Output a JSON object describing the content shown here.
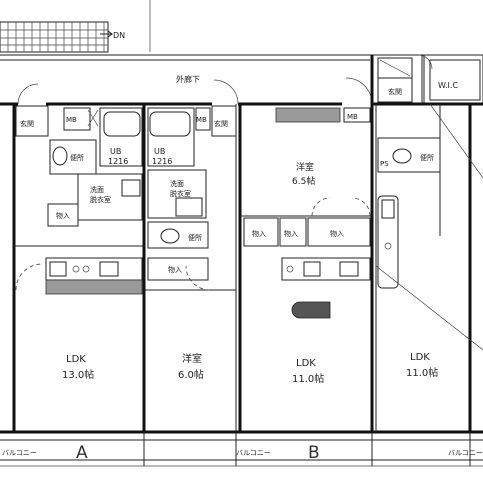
{
  "north_marker": "DN",
  "corridor": "外廊下",
  "balcony": "バルコニー",
  "units": [
    "A",
    "B"
  ],
  "rooms": {
    "ldk_a": {
      "name": "LDK",
      "size": "13.0帖"
    },
    "western_a": {
      "name": "洋室",
      "size": "6.0帖"
    },
    "western_b": {
      "name": "洋室",
      "size": "6.5帖"
    },
    "ldk_b": {
      "name": "LDK",
      "size": "11.0帖"
    },
    "ldk_c": {
      "name": "LDK",
      "size": "11.0帖"
    },
    "wic": "W.I.C"
  },
  "labels": {
    "entrance": "玄関",
    "mb": "MB",
    "ub": "UB",
    "ub_size": "1216",
    "washroom": "洗面",
    "washroom_2": "脱衣室",
    "toilet": "便所",
    "storage": "物入",
    "ps": "PS"
  }
}
